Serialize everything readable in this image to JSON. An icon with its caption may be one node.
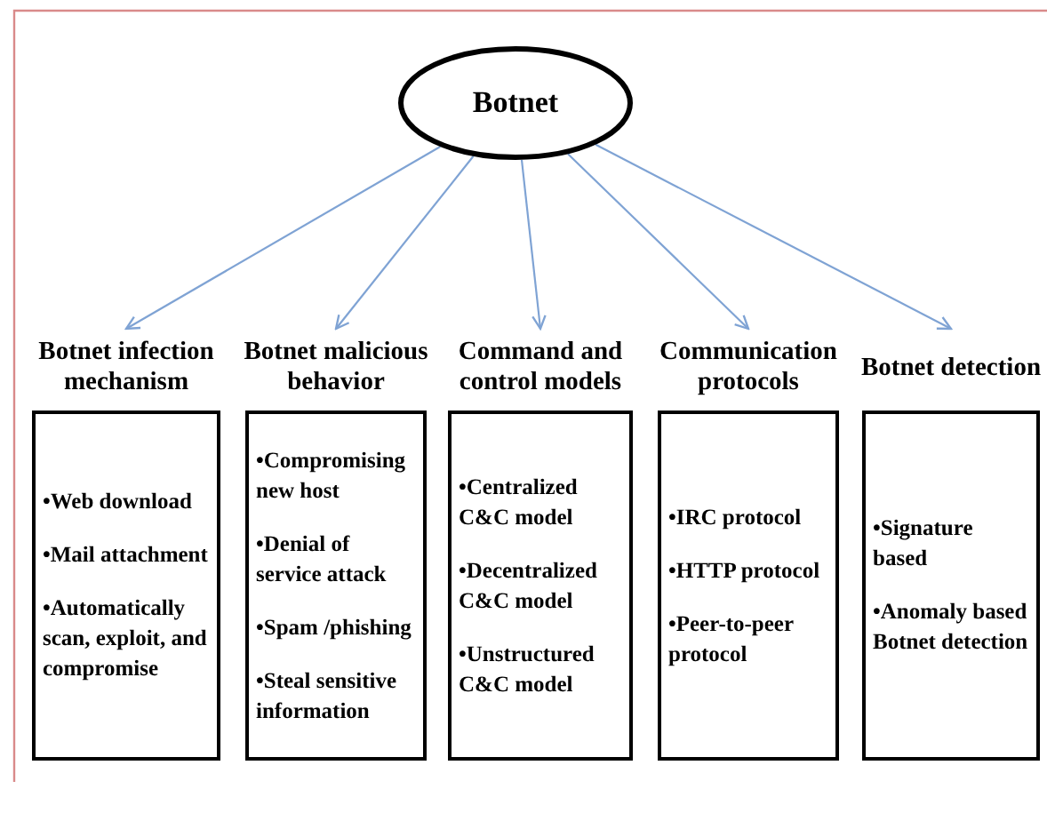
{
  "diagram": {
    "nodes": [
      {
        "text": [
          "Botnet"
        ]
      },
      {
        "text": [
          "Botnet infection mechanism",
          "•Web download",
          "•Mail attachment",
          "•Automatically scan, exploit, and compromise"
        ]
      },
      {
        "text": [
          "Botnet malicious behavior",
          "•Compromising new host",
          "•Denial of service attack",
          "•Spam /phishing",
          "•Steal sensitive information"
        ]
      },
      {
        "text": [
          "Command and control models",
          "•Centralized C&C model",
          "•Decentralized C&C model",
          "•Unstructured C&C model"
        ]
      },
      {
        "text": [
          "Communication protocols",
          "•IRC protocol",
          "•HTTP protocol",
          "•Peer-to-peer protocol"
        ]
      },
      {
        "text": [
          "Botnet detection",
          "•Signature based",
          "•Anomaly based Botnet detection"
        ]
      }
    ],
    "edges": [
      {
        "from": 0,
        "to": 1,
        "arrow": "to"
      },
      {
        "from": 0,
        "to": 2,
        "arrow": "to"
      },
      {
        "from": 0,
        "to": 3,
        "arrow": "to"
      },
      {
        "from": 0,
        "to": 4,
        "arrow": "to"
      },
      {
        "from": 0,
        "to": 5,
        "arrow": "to"
      }
    ]
  }
}
